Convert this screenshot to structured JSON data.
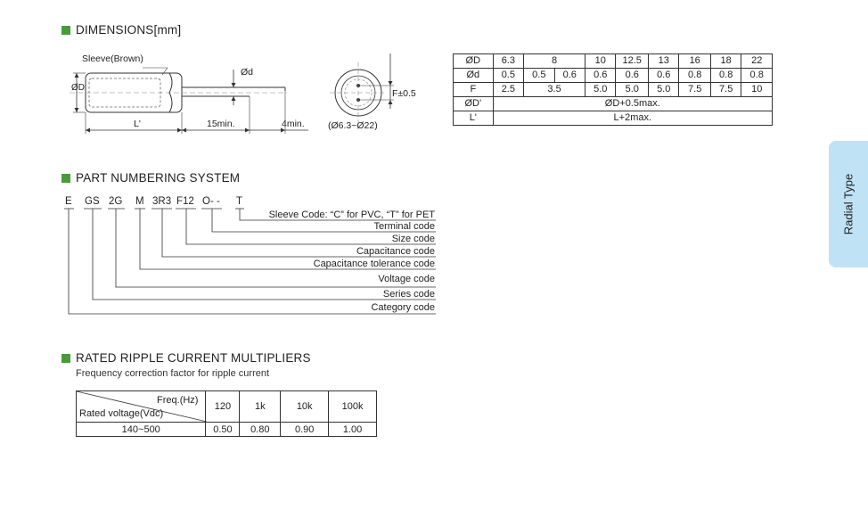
{
  "sections": {
    "dimensions": "DIMENSIONS[mm]",
    "part_numbering": "PART NUMBERING SYSTEM",
    "ripple": "RATED RIPPLE CURRENT MULTIPLIERS"
  },
  "side_tab": "Radial Type",
  "drawing": {
    "sleeve": "Sleeve(Brown)",
    "od_prime": "ØD'",
    "od_lead": "Ød",
    "l_prime": "L'",
    "min15": "15min.",
    "min4": "4min.",
    "f_tol": "F±0.5",
    "range": "(Ø6.3~Ø22)"
  },
  "dim_table": {
    "row_labels": [
      "ØD",
      "Ød",
      "F",
      "ØD'",
      "L'"
    ],
    "od": [
      "6.3",
      "8",
      "10",
      "12.5",
      "13",
      "16",
      "18",
      "22"
    ],
    "d": [
      "0.5",
      "0.5",
      "0.6",
      "0.6",
      "0.6",
      "0.6",
      "0.8",
      "0.8",
      "0.8"
    ],
    "f": [
      "2.5",
      "3.5",
      "5.0",
      "5.0",
      "5.0",
      "7.5",
      "7.5",
      "10"
    ],
    "od_prime": "ØD+0.5max.",
    "l_prime": "L+2max."
  },
  "part_numbering": {
    "codes": [
      "E",
      "GS",
      "2G",
      "M",
      "3R3",
      "F12",
      "O- -",
      "T"
    ],
    "labels": [
      "Sleeve Code: “C” for PVC, “T” for PET",
      "Terminal code",
      "Size code",
      "Capacitance code",
      "Capacitance tolerance code",
      "Voltage code",
      "Series code",
      "Category code"
    ]
  },
  "ripple": {
    "subtitle": "Frequency correction factor for ripple current",
    "freq_header": "Freq.(Hz)",
    "voltage_header": "Rated voltage(Vdc)",
    "freqs": [
      "120",
      "1k",
      "10k",
      "100k"
    ],
    "row_label": "140~500",
    "values": [
      "0.50",
      "0.80",
      "0.90",
      "1.00"
    ]
  }
}
